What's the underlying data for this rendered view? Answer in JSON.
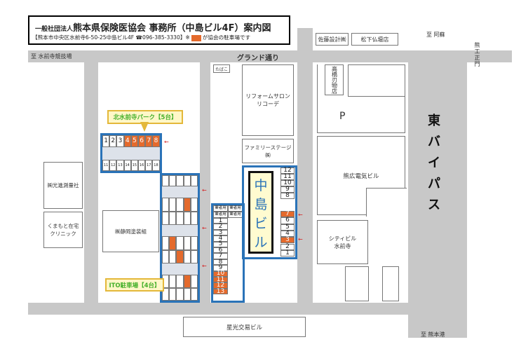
{
  "header": {
    "title_prefix": "一般社団法人",
    "title_main": "熊本県保険医協会 事務所（中島ビル4F）案内図",
    "subtitle_pre": "【熊本市中央区水前寺6-50-25中島ビル4F ☎096-385-3330】※",
    "subtitle_post": "が協会の駐車場です",
    "swatch_color": "#e46a2c"
  },
  "roads": {
    "grand_dori": "グランド通り",
    "to_suizenji_stadium": "至 水前寺競技場",
    "to_aso": "至 阿蘇",
    "to_kumamoto_port": "至 熊本港",
    "east_bypass": [
      "東",
      "バ",
      "イ",
      "パ",
      "ス"
    ],
    "kumakogyo_mae": "熊工正門"
  },
  "buildings": {
    "sato_sekkei": "佐藤設計㈱",
    "matsushita_butsudan": "松下仏壇店",
    "tabako": "たばこ",
    "reform_salon": "リフォームサロン\nリコーデ",
    "family_stage": "ファミリーステージ㈱",
    "takahashi_hamono": "高橋刃物店",
    "p_mark": "P",
    "kumahiro_denki": "熊広電気ビル",
    "city_bldg": "シティビル\n水前寺",
    "tsuko_sokuryo": "㈱光進測量社",
    "kumamoto_zaitaku": "くまもと在宅\nクリニック",
    "seishizu_toso": "㈱静岡塗装組",
    "seiko_koeki": "星光交易ビル",
    "nakashima": [
      "中",
      "島",
      "ビ",
      "ル"
    ]
  },
  "lots": {
    "kita_suizenji_park": "北水前寺パーク【5台】",
    "ito_parking": "ITO駐車場【4台】",
    "kita_top_row": [
      "1",
      "2",
      "3",
      "4",
      "5",
      "6",
      "7",
      "8"
    ],
    "kita_top_highlight": [
      false,
      false,
      false,
      true,
      true,
      true,
      true,
      true
    ],
    "kita_bottom_row": [
      "11",
      "12",
      "13",
      "14",
      "15",
      "16",
      "17",
      "18"
    ],
    "nakashima_west_top": [
      "業者用",
      "業者用",
      "業者用",
      "業者用"
    ],
    "nakashima_west": [
      "1",
      "2",
      "3",
      "4",
      "5",
      "6",
      "7",
      "8",
      "9",
      "10",
      "11",
      "12",
      "13"
    ],
    "nakashima_west_highlight": [
      false,
      false,
      false,
      false,
      false,
      false,
      false,
      false,
      false,
      true,
      true,
      true,
      true
    ],
    "nakashima_east_top": [
      "12",
      "11",
      "10",
      "9",
      "8"
    ],
    "nakashima_east": [
      "7",
      "6",
      "5",
      "4",
      "3",
      "2",
      "1"
    ],
    "nakashima_east_highlight": [
      true,
      false,
      false,
      false,
      true,
      false,
      false
    ],
    "colors": {
      "highlight": "#e46a2c",
      "lot_border": "#2a73b8",
      "callout_text": "#43b02a"
    }
  }
}
